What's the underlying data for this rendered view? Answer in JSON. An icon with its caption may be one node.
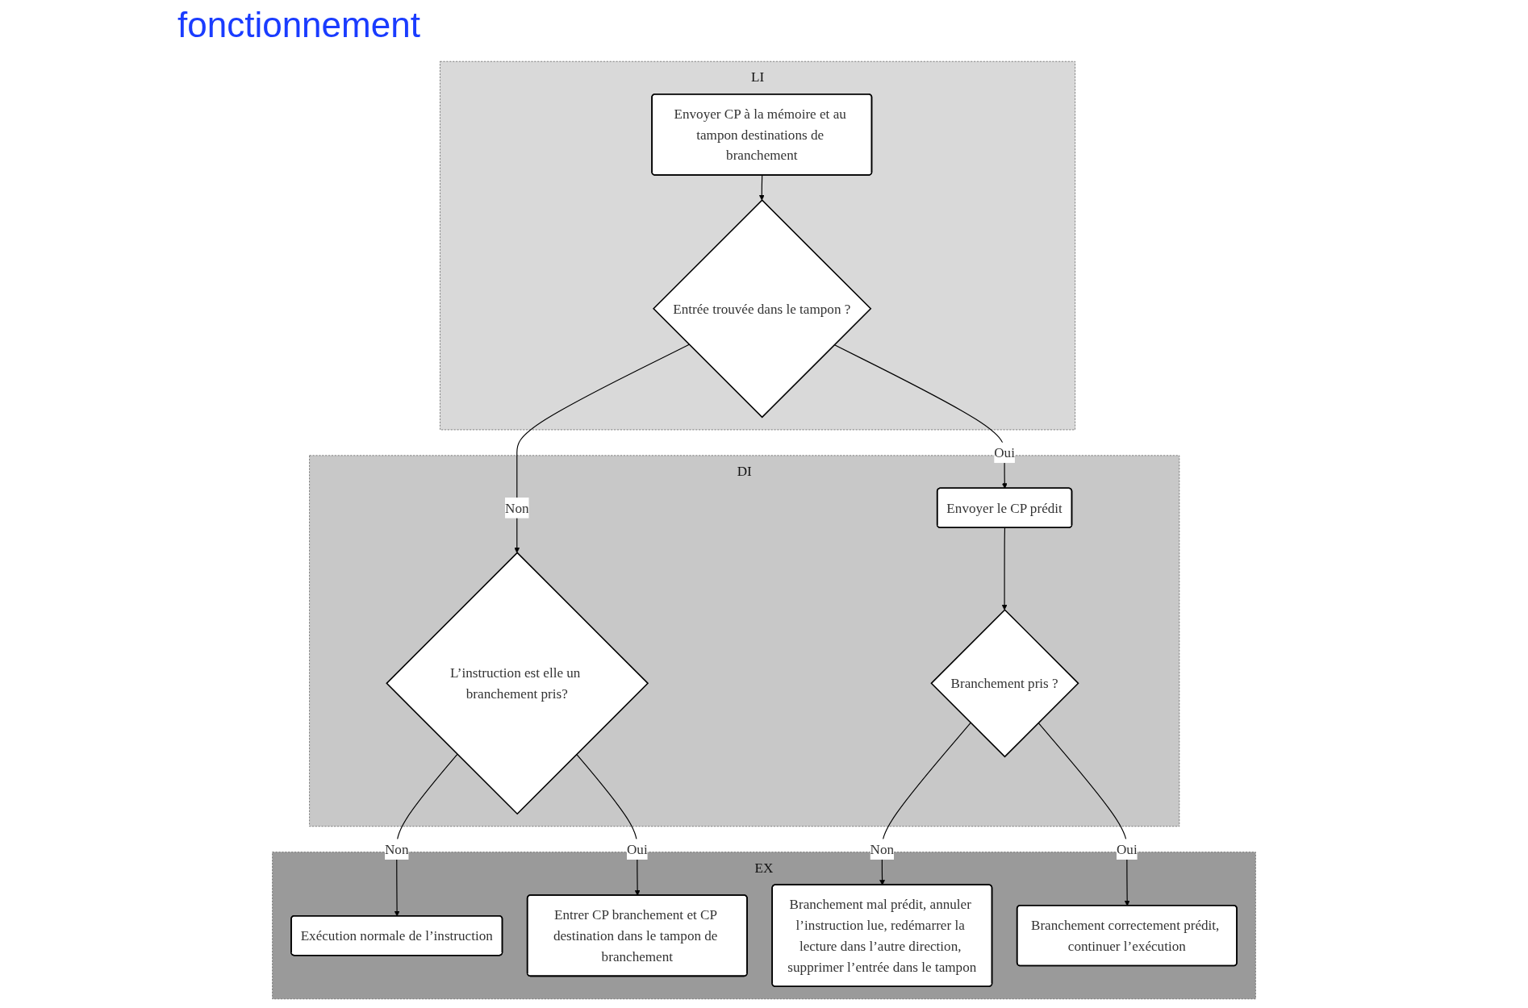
{
  "diagram": {
    "title": "fonctionnement",
    "nodes": [
      {
        "text": [
          "LI"
        ]
      },
      {
        "text": [
          "Envoyer CP à la mémoire et au tampon destinations de branchement"
        ],
        "in": 0
      },
      {
        "text": [
          "Entrée trouvée dans le tampon ?"
        ],
        "in": 0
      },
      {
        "text": [
          "DI"
        ]
      },
      {
        "text": [
          "L’instruction est elle un branchement pris?"
        ],
        "in": 3
      },
      {
        "text": [
          "Envoyer le CP prédit"
        ],
        "in": 3
      },
      {
        "text": [
          "Branchement pris ?"
        ],
        "in": 3
      },
      {
        "text": [
          "EX"
        ]
      },
      {
        "text": [
          "Exécution normale de l’instruction"
        ],
        "in": 7
      },
      {
        "text": [
          "Entrer CP branchement et CP destination dans le tampon de branchement"
        ],
        "in": 7
      },
      {
        "text": [
          "Branchement mal prédit, annuler l’instruction lue, redémarrer la lecture dans l’autre direction, supprimer l’entrée dans le tampon"
        ],
        "in": 7
      },
      {
        "text": [
          "Branchement correctement prédit, continuer l’exécution"
        ],
        "in": 7
      }
    ],
    "edges": [
      {
        "from": 1,
        "to": 2,
        "arrow": "to"
      },
      {
        "from": 2,
        "to": 4,
        "label": "Non",
        "arrow": "to"
      },
      {
        "from": 2,
        "to": 5,
        "label": "Oui",
        "arrow": "to"
      },
      {
        "from": 4,
        "to": 8,
        "label": "Non",
        "arrow": "to"
      },
      {
        "from": 4,
        "to": 9,
        "label": "Oui",
        "arrow": "to"
      },
      {
        "from": 5,
        "to": 6,
        "arrow": "to"
      },
      {
        "from": 6,
        "to": 10,
        "label": "Non",
        "arrow": "to"
      },
      {
        "from": 6,
        "to": 11,
        "label": "Oui",
        "arrow": "to"
      }
    ]
  }
}
